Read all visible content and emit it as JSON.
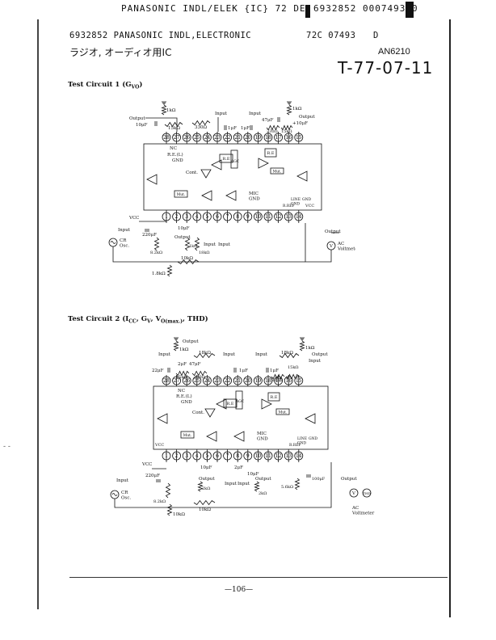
{
  "scan_header": "PANASONIC INDL/ELEK {IC} 72  DE",
  "scan_header_code": "6932852 0007493 0",
  "company_line": "6932852 PANASONIC INDL,ELECTRONIC",
  "code_line": "72C 07493",
  "code_letter": "D",
  "jp_title": "ラジオ, オーディオ用IC",
  "part_number": "AN6210",
  "handwritten_code": "T-77-07-11",
  "margin_mark": "-  -",
  "circuit1": {
    "title": "Test Circuit 1 (G",
    "title_sub": "VO",
    "title_end": ")",
    "top_pins": [
      "28",
      "27",
      "26",
      "25",
      "24",
      "23",
      "22",
      "21",
      "20",
      "19",
      "18",
      "17",
      "16",
      "15"
    ],
    "bottom_pins": [
      "1",
      "2",
      "3",
      "4",
      "5",
      "6",
      "7",
      "8",
      "9",
      "10",
      "11",
      "12",
      "13",
      "14"
    ],
    "labels": {
      "output_left": "Output",
      "input_a": "Input",
      "input_b": "Input",
      "output_right": "Output",
      "r1k_left": "1kΩ",
      "r1k_right": "1kΩ",
      "cap_10uF_left": "10μF",
      "r15k_left": "15kΩ",
      "r330_left": "330Ω",
      "cap_1uF_a": "1μF",
      "cap_1uF_b": "1μF",
      "cap_47uF": "47μF",
      "cap_10uF_right": "+10μF",
      "r330_right": "330Ω",
      "r15k_right": "15kΩ",
      "nc": "NC",
      "re_l": "R.E.(L)",
      "gnd_top": "GND",
      "re_a": "R.E",
      "re_b": "R.E",
      "agc": "AGC",
      "cont": "Cont.",
      "mut_a": "Mut.",
      "mut_b": "Mut.",
      "mic_gnd": "MIC\nGND",
      "r_ref": "R.REF",
      "line_gnd": "LINE\nGND",
      "gnd_v": "GND",
      "vcc_chip": "VCC",
      "vcc": "VCC",
      "cap_220uF": "220μF",
      "input_osc": "Input",
      "cr_osc": "CR\nOsc.",
      "r8_2k": "8.2kΩ",
      "cap_10uF_b": "10μF",
      "output_b": "Output",
      "r1k_b": "1kΩ",
      "r18k": "18kΩ",
      "input_c": "Input",
      "input_d": "Input",
      "r10k": "10kΩ",
      "r1_8k": "1.8kΩ",
      "output_meter": "Output",
      "ac_voltmeter": "AC\nVoltmeter"
    }
  },
  "circuit2": {
    "title": "Test Circuit 2 (I",
    "title_sub1": "CC",
    "title_mid1": ", G",
    "title_sub2": "V",
    "title_mid2": ", V",
    "title_sub3": "O(max.)",
    "title_end": ", THD)",
    "top_pins": [
      "28",
      "27",
      "26",
      "25",
      "24",
      "23",
      "22",
      "21",
      "20",
      "19",
      "18",
      "17",
      "16",
      "15"
    ],
    "bottom_pins": [
      "1",
      "2",
      "3",
      "4",
      "5",
      "6",
      "7",
      "8",
      "9",
      "10",
      "11",
      "12",
      "13",
      "14"
    ],
    "labels": {
      "output_top": "Output",
      "r1k_top": "1kΩ",
      "input_left": "Input",
      "r18k_left": "18kΩ",
      "input_mid": "Input",
      "input_right": "Input",
      "r18k_right": "18kΩ",
      "r1k_right": "1kΩ",
      "output_right": "Output",
      "input_r2": "Input",
      "cap_22uF": "22μF",
      "cap_47uF": "47μF",
      "cap_2uF": "2μF",
      "r15k": "15kΩ",
      "r330": "330Ω",
      "cap_1uF": "1μF",
      "cap_1uF_b": "1μF",
      "r330_b": "330Ω",
      "r15k_b": "15kΩ",
      "nc": "NC",
      "re_l": "R.E.(L)",
      "gnd_top": "GND",
      "re_a": "R.E",
      "re_b": "R.E",
      "agc": "AGC",
      "cont": "Cont.",
      "mut_a": "Mut.",
      "mut_b": "Mut.",
      "mic_gnd": "MIC\nGND",
      "r_ref": "R.REF",
      "line_gnd": "LINE\nGND",
      "gnd_v": "GND",
      "vcc_chip": "VCC",
      "vcc": "VCC",
      "cap_220uF": "220μF",
      "input_osc": "Input",
      "cr_osc": "CR\nOsc.",
      "r8_2k": "8.2kΩ",
      "cap_10uF": "10μF",
      "output_a": "Output",
      "r2k_a": "2kΩ",
      "cap_2uF_b": "2μF",
      "input_b": "Input",
      "input_c": "Input",
      "cap_10uF_b": "10μF",
      "output_b": "Output",
      "r2k_b": "2kΩ",
      "r5_6k": "5.6kΩ",
      "cap_100uF": "100μF",
      "r10k": "10kΩ",
      "r10k_b": "10kΩ",
      "output_meter": "Output",
      "thd": "THD",
      "ac_voltmeter": "AC\nVoltmeter"
    }
  },
  "page_number": "—106—"
}
